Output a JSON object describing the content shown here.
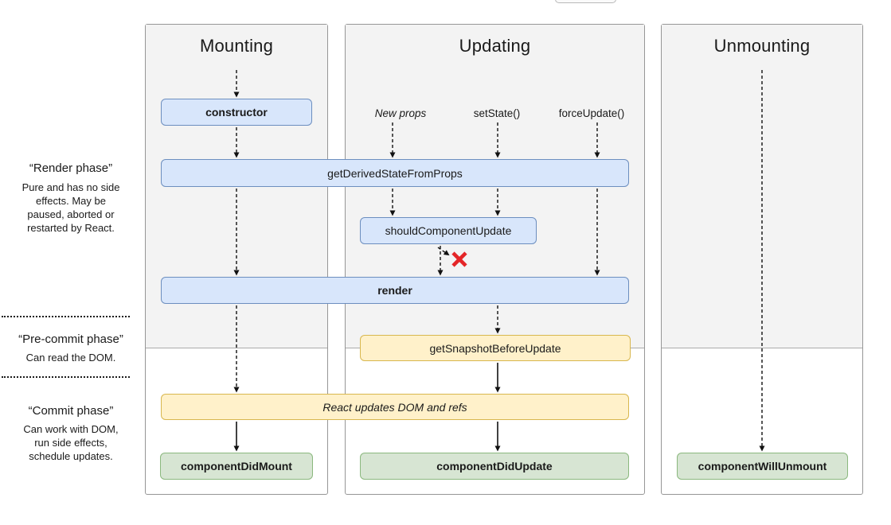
{
  "columns": [
    {
      "title": "Mounting"
    },
    {
      "title": "Updating"
    },
    {
      "title": "Unmounting"
    }
  ],
  "phase_labels": [
    {
      "name": "“Render phase”",
      "description": "Pure and has no side\neffects. May be\npaused, aborted or\nrestarted by React."
    },
    {
      "name": "“Pre-commit phase”",
      "description": "Can read the DOM."
    },
    {
      "name": "“Commit phase”",
      "description": "Can work with DOM,\nrun side effects,\nschedule updates."
    }
  ],
  "triggers": [
    {
      "label": "New props"
    },
    {
      "label": "setState()"
    },
    {
      "label": "forceUpdate()"
    }
  ],
  "boxes": {
    "ctor": {
      "label": "constructor"
    },
    "gdsfp": {
      "label": "getDerivedStateFromProps"
    },
    "scu": {
      "label": "shouldComponentUpdate"
    },
    "render": {
      "label": "render"
    },
    "gsbu": {
      "label": "getSnapshotBeforeUpdate"
    },
    "react_updates": {
      "label": "React updates DOM and refs"
    },
    "cdm": {
      "label": "componentDidMount"
    },
    "cdu": {
      "label": "componentDidUpdate"
    },
    "cwu": {
      "label": "componentWillUnmount"
    }
  },
  "colors": {
    "blue_fill": "#d8e6fb",
    "blue_border": "#6c8ebf",
    "yellow_fill": "#fff1ca",
    "yellow_border": "#d8b74e",
    "green_fill": "#d7e5d3",
    "green_border": "#8bb87e",
    "card_bg": "#f3f3f3",
    "card_border": "#969696",
    "divider": "#ababab",
    "arrow": "#111111",
    "red_x": "#e42527",
    "text": "#1a1a1a"
  }
}
